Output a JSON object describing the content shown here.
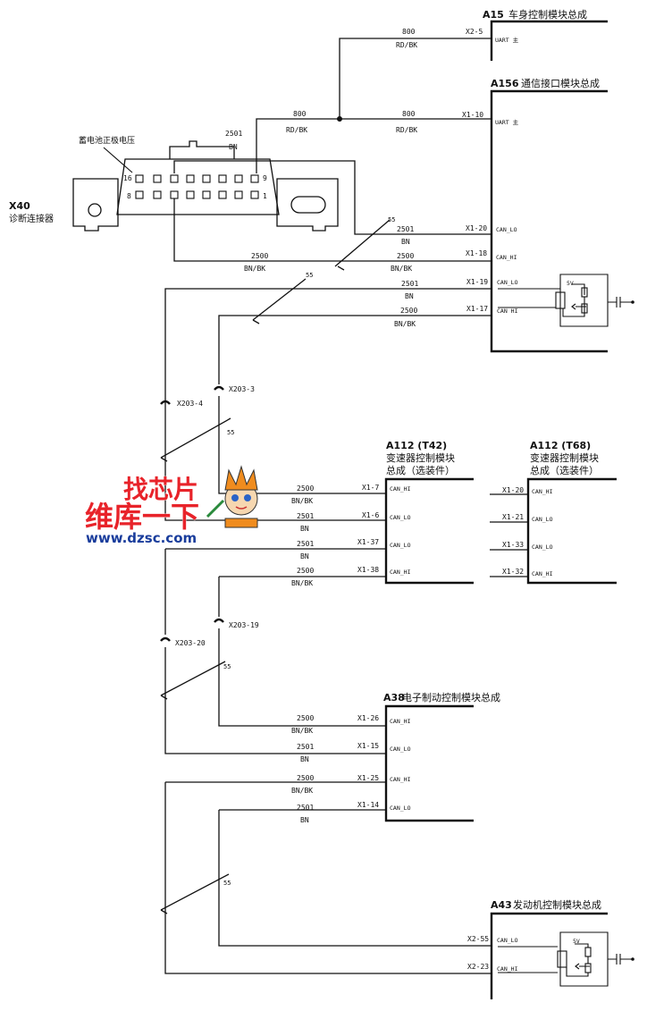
{
  "modules": {
    "a15": {
      "id": "A15",
      "name": "车身控制模块总成",
      "pin": "X2-5",
      "pin_label": "UART 主"
    },
    "a156": {
      "id": "A156",
      "name": "通信接口模块总成",
      "pins": [
        {
          "pin": "X1-10",
          "label": "UART 主"
        },
        {
          "pin": "X1-20",
          "label": "CAN_LO"
        },
        {
          "pin": "X1-18",
          "label": "CAN_HI"
        },
        {
          "pin": "X1-19",
          "label": "CAN_LO"
        },
        {
          "pin": "X1-17",
          "label": "CAN HI"
        }
      ],
      "supply": "5V"
    },
    "x40": {
      "id": "X40",
      "name": "诊断连接器",
      "battery_note": "蓄电池正极电压",
      "pin16": "16",
      "pin8": "8",
      "pin9": "9",
      "pin1": "1"
    },
    "a112_t42": {
      "id": "A112 (T42)",
      "line1": "变速器控制模块",
      "line2": "总成（选装件）",
      "pins": [
        {
          "pin": "X1-7",
          "label": "CAN_HI"
        },
        {
          "pin": "X1-6",
          "label": "CAN_LO"
        },
        {
          "pin": "X1-37",
          "label": "CAN_LO"
        },
        {
          "pin": "X1-38",
          "label": "CAN_HI"
        }
      ]
    },
    "a112_t68": {
      "id": "A112 (T68)",
      "line1": "变速器控制模块",
      "line2": "总成（选装件）",
      "pins": [
        {
          "pin": "X1-20",
          "label": "CAN_HI"
        },
        {
          "pin": "X1-21",
          "label": "CAN_LO"
        },
        {
          "pin": "X1-33",
          "label": "CAN_LO"
        },
        {
          "pin": "X1-32",
          "label": "CAN_HI"
        }
      ]
    },
    "a38": {
      "id": "A38",
      "name": "电子制动控制模块总成",
      "pins": [
        {
          "pin": "X1-26",
          "label": "CAN_HI"
        },
        {
          "pin": "X1-15",
          "label": "CAN_LO"
        },
        {
          "pin": "X1-25",
          "label": "CAN_HI"
        },
        {
          "pin": "X1-14",
          "label": "CAN_LO"
        }
      ]
    },
    "a43": {
      "id": "A43",
      "name": "发动机控制模块总成",
      "pins": [
        {
          "pin": "X2-55",
          "label": "CAN_LO"
        },
        {
          "pin": "X2-23",
          "label": "CAN_HI"
        }
      ],
      "supply": "5V"
    }
  },
  "wires": {
    "w800": "800",
    "rdbk": "RD/BK",
    "w2501": "2501",
    "bn": "BN",
    "w2500": "2500",
    "bnbk": "BN/BK",
    "shield": "55"
  },
  "connectors": {
    "x203_4": "X203-4",
    "x203_3": "X203-3",
    "x203_20": "X203-20",
    "x203_19": "X203-19"
  },
  "watermark": {
    "line1": "找芯片",
    "line2": "维库一下",
    "url": "www.dzsc.com",
    "color_red": "#e8232a",
    "color_orange": "#f08c1e",
    "color_blue": "#1a3d9c"
  }
}
